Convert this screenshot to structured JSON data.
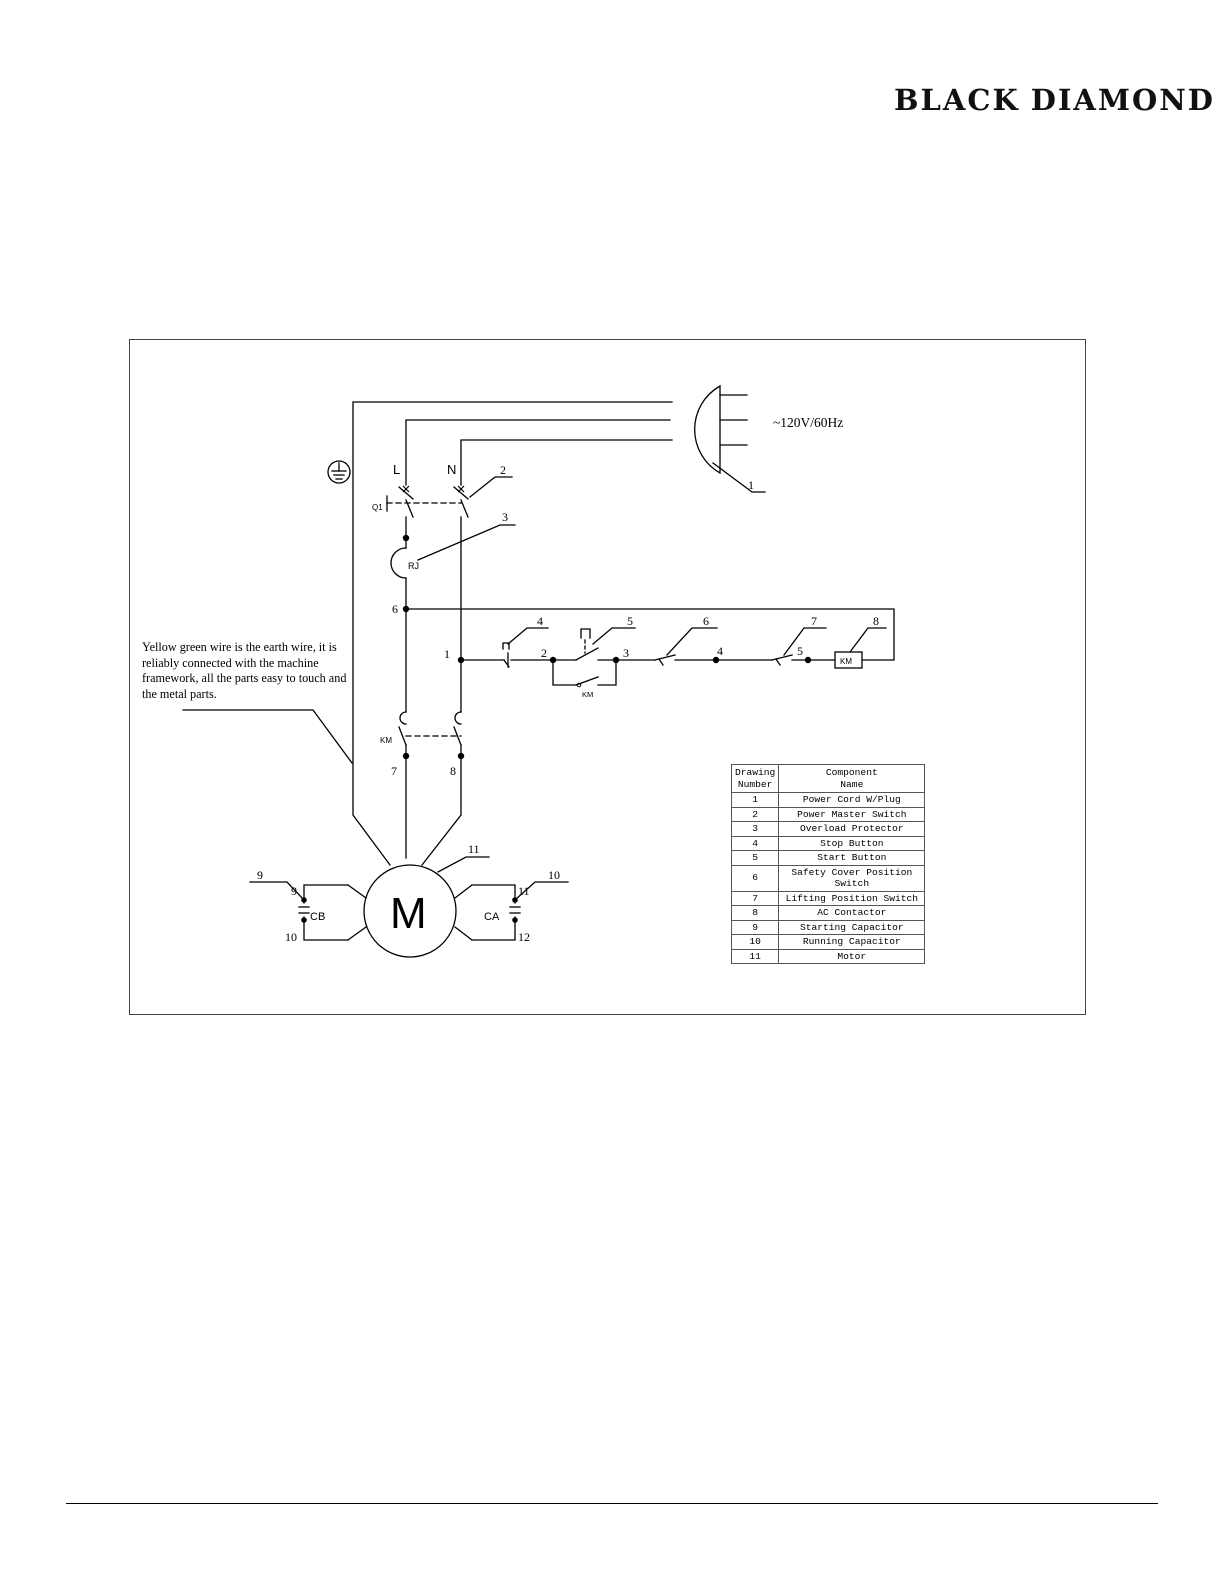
{
  "brand": {
    "left": "BLACK",
    "right": "DIAMOND"
  },
  "diagram": {
    "supply_label": "~120V/60Hz",
    "phase_labels": {
      "line": "L",
      "neutral": "N"
    },
    "device_labels": {
      "breaker": "Q1",
      "overload": "RJ",
      "contactor_main": "KM",
      "contactor_aux": "KM",
      "contactor_coil": "KM",
      "motor": "M",
      "cap_start": "CB",
      "cap_run": "CA"
    },
    "callouts": [
      "1",
      "2",
      "3",
      "4",
      "5",
      "6",
      "7",
      "8",
      "9",
      "10",
      "11"
    ],
    "node_labels": {
      "n6": "6",
      "n1": "1",
      "n2": "2",
      "n3": "3",
      "n4": "4",
      "n5": "5",
      "t7": "7",
      "t8": "8",
      "t9": "9",
      "t10": "10",
      "t11": "11",
      "t12": "12"
    },
    "earth_note": "Yellow green wire is the earth wire, it is reliably connected with the machine framework, all the parts easy to touch and the metal parts."
  },
  "legend": {
    "header_number": [
      "Drawing",
      "Number"
    ],
    "header_name": [
      "Component",
      "Name"
    ],
    "rows": [
      {
        "number": "1",
        "name": "Power Cord W/Plug"
      },
      {
        "number": "2",
        "name": "Power Master Switch"
      },
      {
        "number": "3",
        "name": "Overload Protector"
      },
      {
        "number": "4",
        "name": "Stop Button"
      },
      {
        "number": "5",
        "name": "Start Button"
      },
      {
        "number": "6",
        "name": "Safety Cover Position Switch"
      },
      {
        "number": "7",
        "name": "Lifting Position Switch"
      },
      {
        "number": "8",
        "name": "AC Contactor"
      },
      {
        "number": "9",
        "name": "Starting Capacitor"
      },
      {
        "number": "10",
        "name": "Running Capacitor"
      },
      {
        "number": "11",
        "name": "Motor"
      }
    ]
  }
}
